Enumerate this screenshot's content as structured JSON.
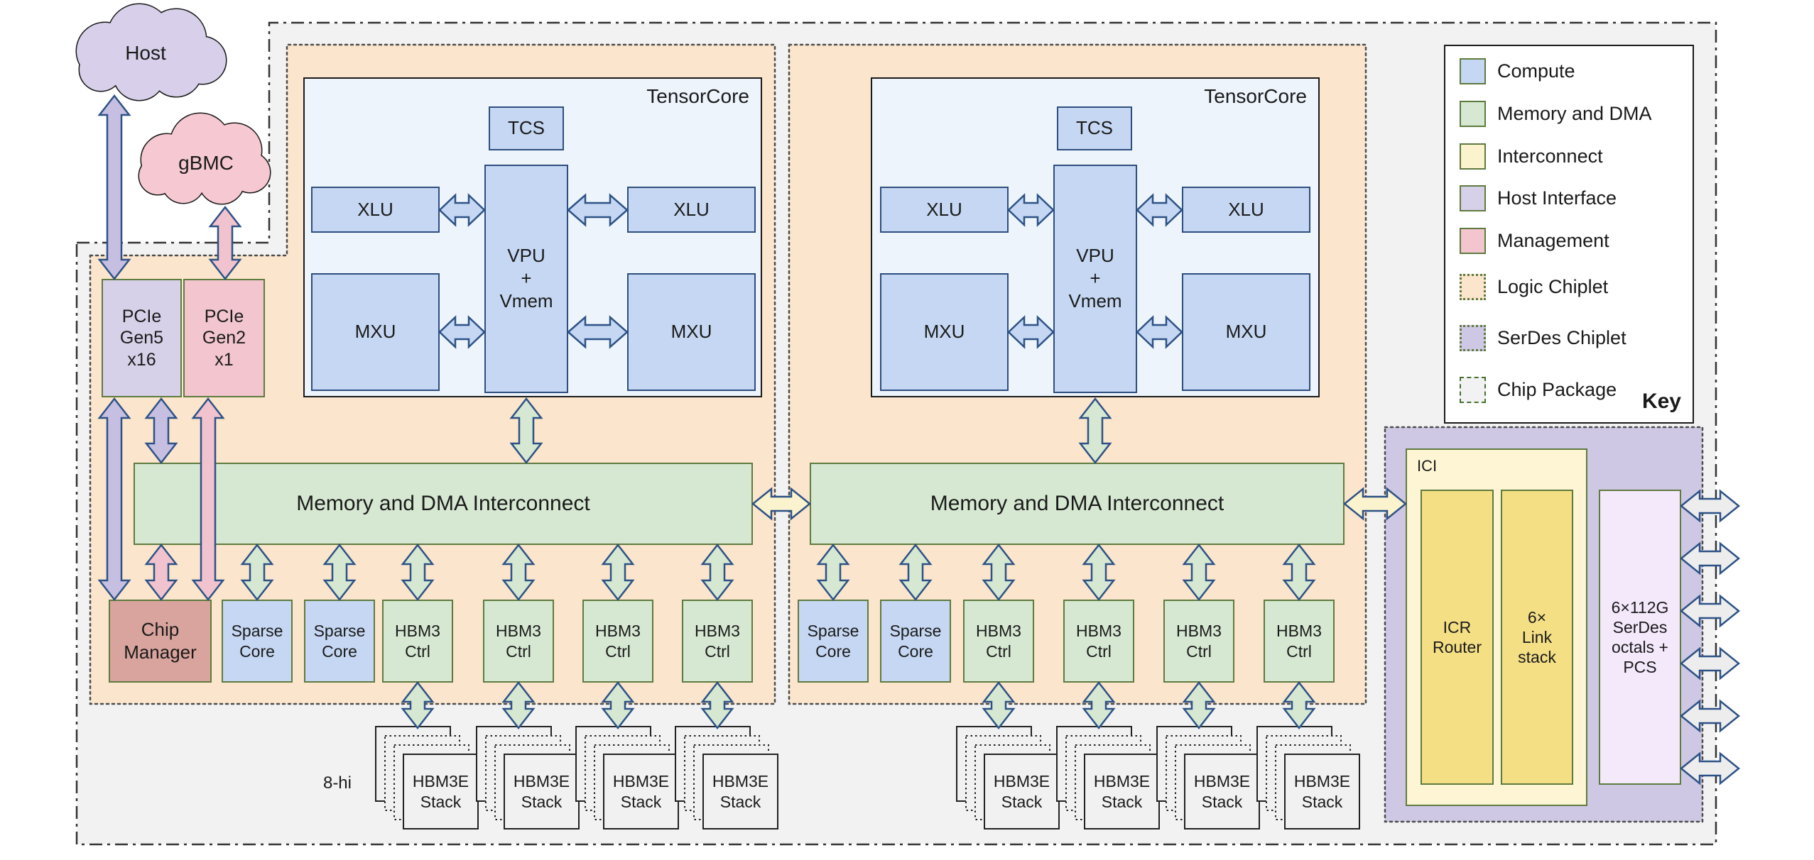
{
  "clouds": {
    "host": "Host",
    "gbmc": "gBMC"
  },
  "pcie": {
    "gen5": "PCIe\nGen5\nx16",
    "gen2": "PCIe\nGen2\nx1"
  },
  "tensorcore": {
    "title": "TensorCore",
    "tcs": "TCS",
    "vpu_vmem": "VPU\n+\nVmem",
    "xlu": "XLU",
    "mxu": "MXU"
  },
  "interconnect": {
    "label": "Memory and DMA Interconnect"
  },
  "logic_blocks": {
    "chip_manager": "Chip\nManager",
    "sparse_core": "Sparse\nCore",
    "hbm3_ctrl": "HBM3\nCtrl"
  },
  "hbm": {
    "stack_label": "HBM3E\nStack",
    "height_label": "8-hi"
  },
  "ici": {
    "title": "ICI",
    "icr_router": "ICR\nRouter",
    "link_stack": "6×\nLink\nstack"
  },
  "serdes": {
    "octals": "6×112G\nSerDes\noctals +\nPCS"
  },
  "key": {
    "title": "Key",
    "items": [
      {
        "label": "Compute"
      },
      {
        "label": "Memory and DMA"
      },
      {
        "label": "Interconnect"
      },
      {
        "label": "Host Interface"
      },
      {
        "label": "Management"
      },
      {
        "label": "Logic Chiplet"
      },
      {
        "label": "SerDes Chiplet"
      },
      {
        "label": "Chip Package"
      }
    ]
  },
  "colors": {
    "compute": "#c5d7f2",
    "memory_and_dma": "#d6e8d2",
    "interconnect": "#fbf3cd",
    "host_interface": "#d7d0e9",
    "management": "#f2c5cf",
    "logic_chiplet": "#fbe5cc",
    "serdes_chiplet": "#cfc8e4",
    "chip_package": "#f2f2f2",
    "chip_manager": "#d9a49d",
    "tensorcore_bg": "#edf4fc",
    "ici_outer": "#fdf5d3",
    "ici_inner": "#f4df85",
    "serdes_octals": "#f4e8fb",
    "host_cloud": "#d8d0ea",
    "gbmc_cloud": "#f6c9d2",
    "arrow_lavender": "#c6bfe1",
    "arrow_pink": "#f1c3ce",
    "arrow_green": "#d6e8d2",
    "arrow_yellow": "#fbf3cd",
    "arrow_blue": "#c5d7f2",
    "arrow_gray": "#ededed",
    "arrow_outline": "#2d5286",
    "hbm_stack_fill": "#f1f1f1"
  }
}
